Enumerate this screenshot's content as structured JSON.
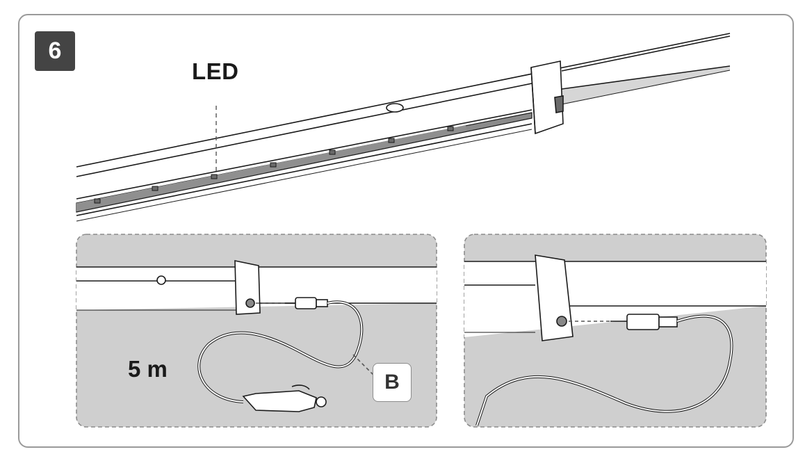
{
  "step": {
    "number": "6"
  },
  "labels": {
    "led": "LED",
    "cable_length": "5 m",
    "connector_letter": "B"
  },
  "colors": {
    "panel_fill": "#cfcfcf",
    "badge": "#444444",
    "stroke": "#1a1a1a",
    "led_strip": "#8a8a8a"
  },
  "icons": {
    "main": "awning-led-bar",
    "left_detail": "car-plug-cable",
    "right_detail": "cable-connection"
  }
}
